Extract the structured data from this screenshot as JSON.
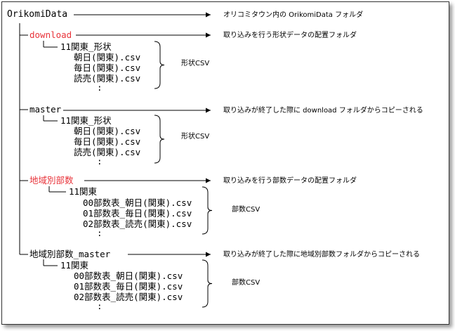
{
  "colors": {
    "highlight": "#e8333a",
    "line": "#000000"
  },
  "root": {
    "label": "OrikomiData",
    "note": "オリコミタウン内の OrikomiData フォルダ"
  },
  "sections": [
    {
      "folder": "download",
      "folder_color": "red",
      "note": "取り込みを行う形状データの配置フォルダ",
      "subfolder": "11関東_形状",
      "files": [
        "朝日(関東).csv",
        "毎日(関東).csv",
        "読売(関東).csv"
      ],
      "ellipsis": ":",
      "brace_label": "形状CSV"
    },
    {
      "folder": "master",
      "folder_color": "black",
      "note": "取り込みが終了した際に download フォルダからコピーされる",
      "subfolder": "11関東_形状",
      "files": [
        "朝日(関東).csv",
        "毎日(関東).csv",
        "読売(関東).csv"
      ],
      "ellipsis": ":",
      "brace_label": "形状CSV"
    },
    {
      "folder": "地域別部数",
      "folder_color": "red",
      "note": "取り込みを行う部数データの配置フォルダ",
      "subfolder": "11関東",
      "files": [
        "00部数表_朝日(関東).csv",
        "01部数表_毎日(関東).csv",
        "02部数表_読売(関東).csv"
      ],
      "ellipsis": ":",
      "brace_label": "部数CSV"
    },
    {
      "folder": "地域別部数_master",
      "folder_color": "black",
      "note": "取り込みが終了した際に地域別部数フォルダからコピーされる",
      "subfolder": "11関東",
      "files": [
        "00部数表_朝日(関東).csv",
        "01部数表_毎日(関東).csv",
        "02部数表_読売(関東).csv"
      ],
      "ellipsis": ":",
      "brace_label": "部数CSV"
    }
  ]
}
